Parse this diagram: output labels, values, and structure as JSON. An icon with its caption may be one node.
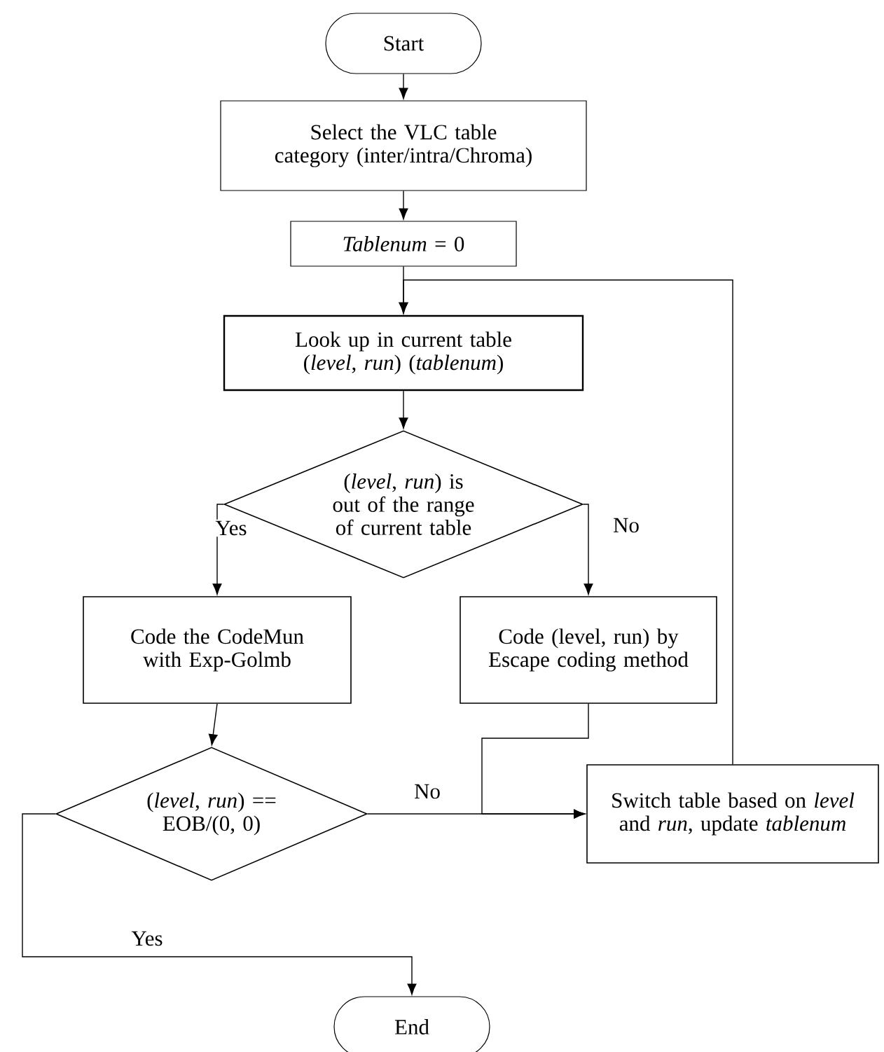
{
  "diagram": {
    "nodes": [
      {
        "text": [
          "Start"
        ]
      },
      {
        "text": [
          "Select the VLC table category (inter/intra/Chroma)"
        ]
      },
      {
        "text": [
          "*Tablenum* = 0"
        ]
      },
      {
        "text": [
          "Look up in current table (*level*, *run*) (*tablenum*)"
        ]
      },
      {
        "text": [
          "(*level*, *run*) is out of the range of current table"
        ]
      },
      {
        "text": [
          "Code the CodeMun with Exp-Golmb"
        ]
      },
      {
        "text": [
          "Code (level, run) by Escape coding method"
        ]
      },
      {
        "text": [
          "(*level*, *run*) == EOB/(0, 0)"
        ]
      },
      {
        "text": [
          "Switch table based on *level* and *run*, update *tablenum*"
        ]
      },
      {
        "text": [
          "End"
        ]
      }
    ],
    "edges": [
      {
        "from": 0,
        "to": 1,
        "arrow": "to"
      },
      {
        "from": 1,
        "to": 2,
        "arrow": "to"
      },
      {
        "from": 2,
        "to": 3,
        "arrow": "to"
      },
      {
        "from": 3,
        "to": 4,
        "arrow": "to"
      },
      {
        "from": 4,
        "to": 5,
        "arrow": "to",
        "label": "Yes"
      },
      {
        "from": 4,
        "to": 6,
        "arrow": "to",
        "label": "No"
      },
      {
        "from": 5,
        "to": 7,
        "arrow": "to"
      },
      {
        "from": 6,
        "to": 8,
        "arrow": "to"
      },
      {
        "from": 7,
        "to": 8,
        "arrow": "to",
        "label": "No"
      },
      {
        "from": 7,
        "to": 9,
        "arrow": "to",
        "label": "Yes"
      },
      {
        "from": 8,
        "to": 3,
        "arrow": "to"
      }
    ]
  }
}
